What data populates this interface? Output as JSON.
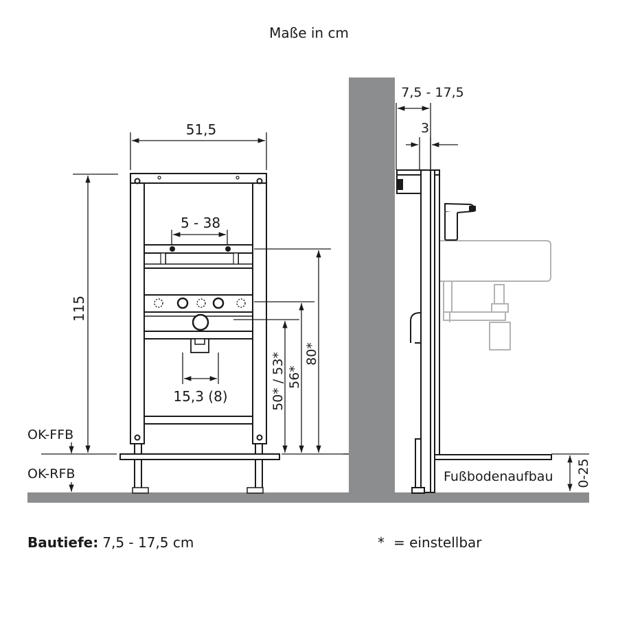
{
  "title": "Maße in cm",
  "frame": {
    "width": "51,5",
    "height": "115",
    "connection_range": "5 - 38",
    "drain_spacing": "15,3 (8)",
    "dim_50_53": "50* / 53*",
    "dim_56": "56*",
    "dim_80": "80*"
  },
  "levels": {
    "ffb": "OK-FFB",
    "rfb": "OK-RFB"
  },
  "side": {
    "depth_range": "7,5 - 17,5",
    "cladding": "3",
    "floor_label": "Fußbodenaufbau",
    "floor_range": "0-25"
  },
  "footer": {
    "depth_label": "Bautiefe:",
    "depth_value": "7,5 - 17,5 cm",
    "asterisk": "*",
    "note": "= einstellbar"
  },
  "colors": {
    "wall": "#8c8d8e",
    "floor": "#8c8d8e",
    "line": "#1a1a1a",
    "fixture": "#b3b3b3"
  }
}
